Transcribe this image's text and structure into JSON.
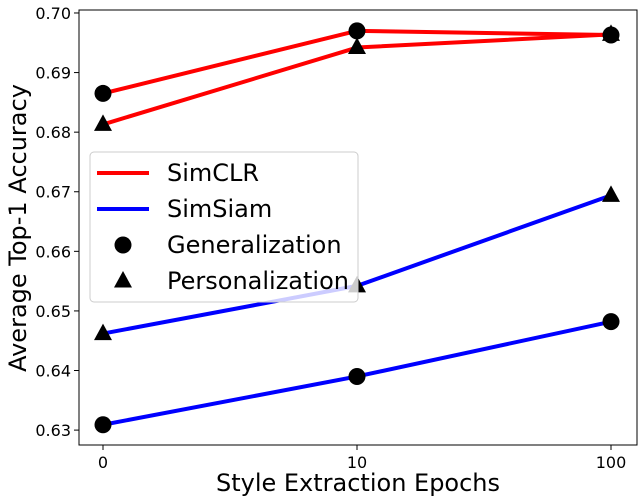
{
  "chart_data": {
    "type": "line",
    "xlabel": "Style Extraction Epochs",
    "ylabel": "Average Top-1 Accuracy",
    "categories": [
      "0",
      "10",
      "100"
    ],
    "ylim": [
      0.6275,
      0.7005
    ],
    "yticks": [
      0.63,
      0.64,
      0.65,
      0.66,
      0.67,
      0.68,
      0.69,
      0.7
    ],
    "ytick_labels": [
      "0.63",
      "0.64",
      "0.65",
      "0.66",
      "0.67",
      "0.68",
      "0.69",
      "0.70"
    ],
    "grid": false,
    "legend_position": "center-left",
    "series": [
      {
        "name": "SimCLR",
        "metric": "Generalization",
        "color": "#ff0000",
        "marker": "circle",
        "values": [
          0.6865,
          0.697,
          0.6963
        ]
      },
      {
        "name": "SimCLR",
        "metric": "Personalization",
        "color": "#ff0000",
        "marker": "triangle",
        "values": [
          0.6813,
          0.6942,
          0.6964
        ]
      },
      {
        "name": "SimSiam",
        "metric": "Personalization",
        "color": "#0000ff",
        "marker": "triangle",
        "values": [
          0.6462,
          0.6542,
          0.6694
        ]
      },
      {
        "name": "SimSiam",
        "metric": "Generalization",
        "color": "#0000ff",
        "marker": "circle",
        "values": [
          0.6309,
          0.639,
          0.6482
        ]
      }
    ],
    "legend": [
      {
        "label": "SimCLR",
        "kind": "line",
        "color": "#ff0000"
      },
      {
        "label": "SimSiam",
        "kind": "line",
        "color": "#0000ff"
      },
      {
        "label": "Generalization",
        "kind": "circle",
        "color": "#000000"
      },
      {
        "label": "Personalization",
        "kind": "triangle",
        "color": "#000000"
      }
    ]
  }
}
